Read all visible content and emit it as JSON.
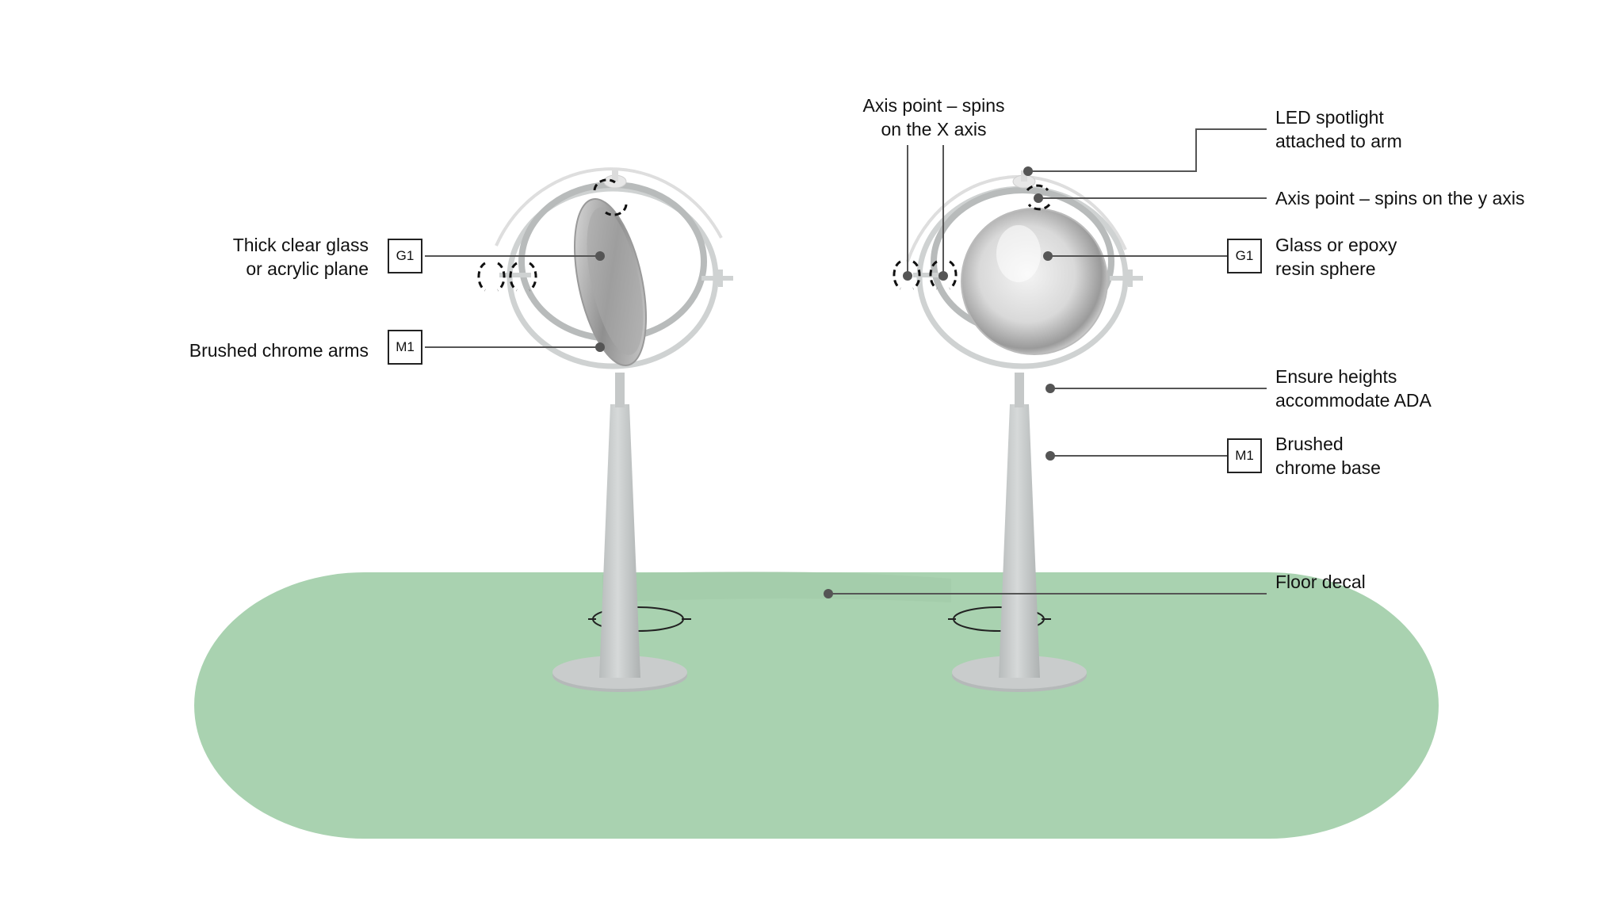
{
  "callouts": {
    "thick_glass": [
      "Thick clear glass",
      "or acrylic plane"
    ],
    "brushed_arms": "Brushed chrome arms",
    "axis_x": [
      "Axis point – spins",
      "on the X axis"
    ],
    "led": [
      "LED spotlight",
      "attached to arm"
    ],
    "axis_y": "Axis point – spins on the y axis",
    "glass_sphere": [
      "Glass or epoxy",
      "resin sphere"
    ],
    "ada": [
      "Ensure heights",
      "accommodate ADA"
    ],
    "chrome_base": [
      "Brushed",
      "chrome base"
    ],
    "floor": "Floor decal"
  },
  "tags": {
    "left_g1": "G1",
    "left_m1": "M1",
    "right_g1": "G1",
    "right_m1": "M1"
  },
  "colors": {
    "floor": "#a9d2b0",
    "chrome": "#c9cccc",
    "leader": "#555555"
  }
}
